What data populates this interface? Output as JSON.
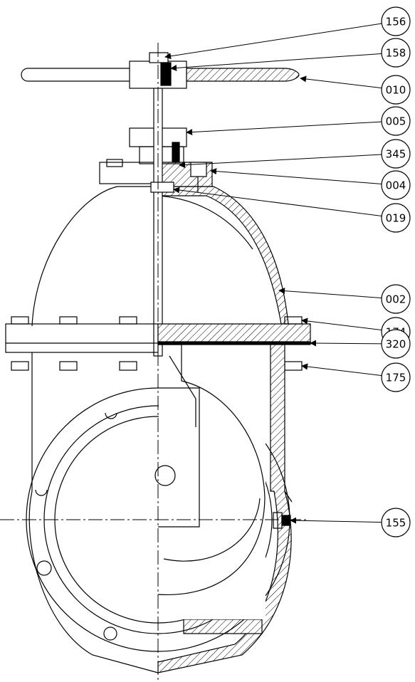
{
  "callouts": [
    {
      "id": "p156",
      "label": "156"
    },
    {
      "id": "p158",
      "label": "158"
    },
    {
      "id": "p010",
      "label": "010"
    },
    {
      "id": "p005",
      "label": "005"
    },
    {
      "id": "p345",
      "label": "345"
    },
    {
      "id": "p004",
      "label": "004"
    },
    {
      "id": "p019",
      "label": "019"
    },
    {
      "id": "p002",
      "label": "002"
    },
    {
      "id": "p174",
      "label": "174"
    },
    {
      "id": "p320",
      "label": "320"
    },
    {
      "id": "p175",
      "label": "175"
    },
    {
      "id": "p155",
      "label": "155"
    }
  ],
  "colors": {
    "line": "#000000",
    "background": "#ffffff"
  }
}
